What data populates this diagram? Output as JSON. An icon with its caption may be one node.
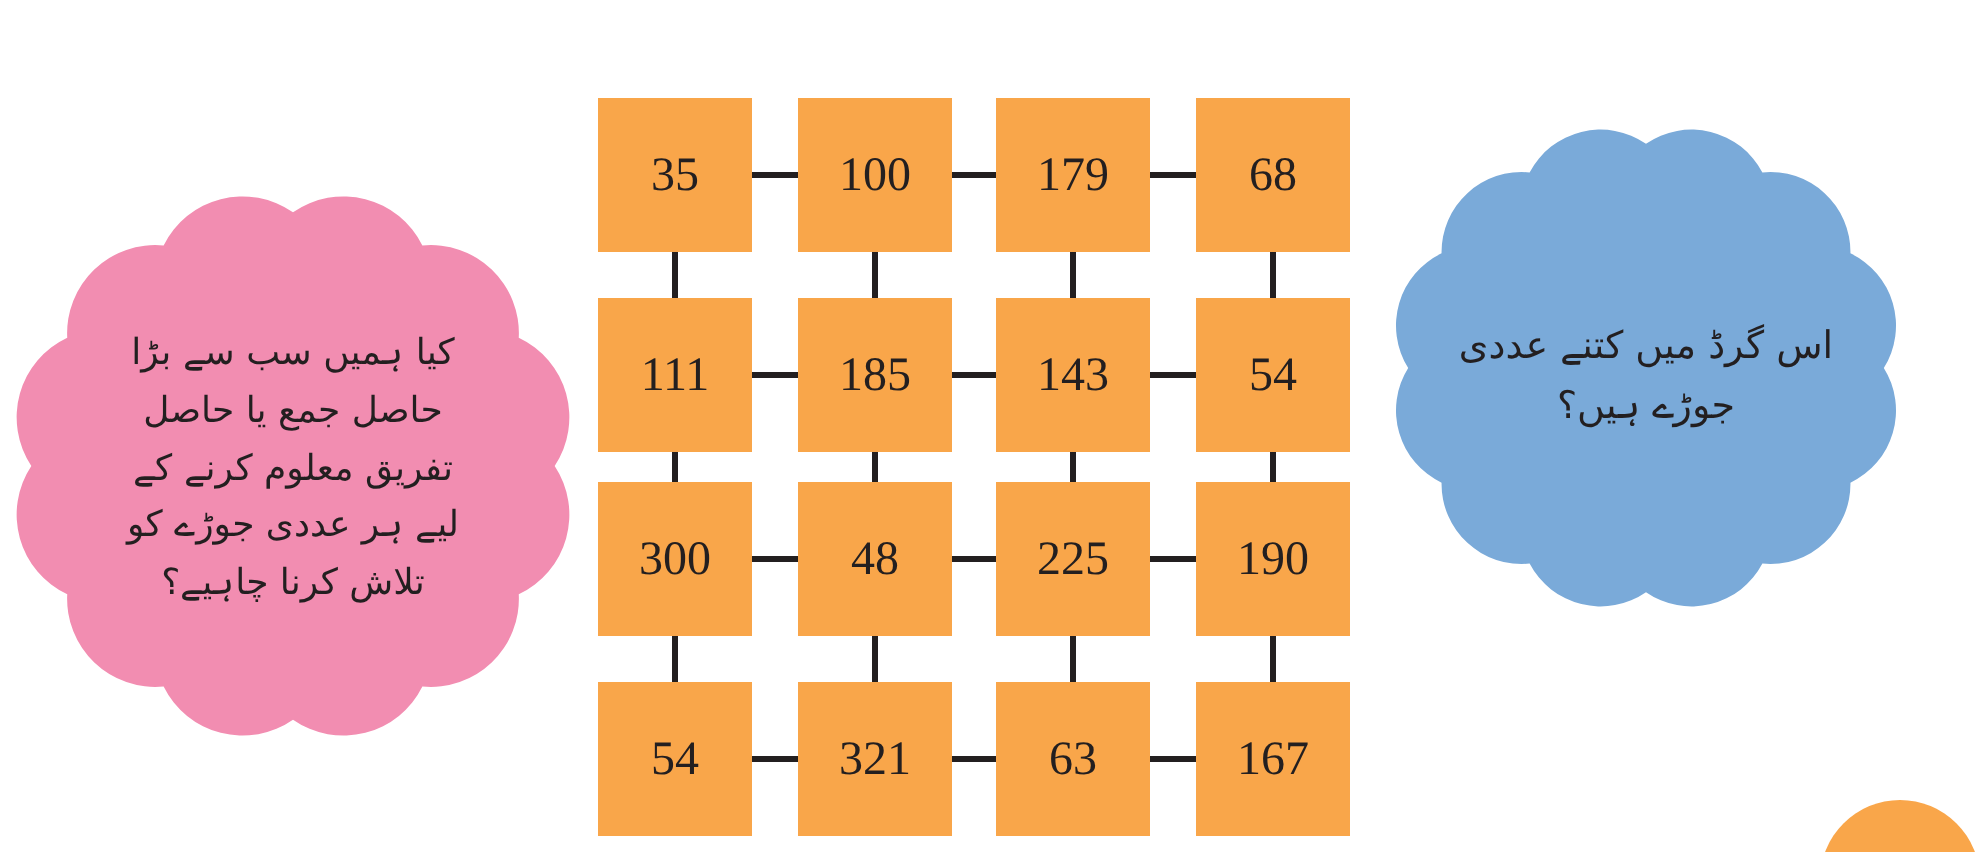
{
  "diagram": {
    "nodes": [
      {
        "text": [
          "کیا ہمیں سب سے بڑا حاصل جمع یا حاصل تفریق معلوم کرنے کے لیے ہر عددی جوڑے کو تلاش کرنا چاہیے؟"
        ]
      },
      {
        "text": [
          "35"
        ]
      },
      {
        "text": [
          "100"
        ]
      },
      {
        "text": [
          "179"
        ]
      },
      {
        "text": [
          "68"
        ]
      },
      {
        "text": [
          "111"
        ]
      },
      {
        "text": [
          "185"
        ]
      },
      {
        "text": [
          "143"
        ]
      },
      {
        "text": [
          "54"
        ]
      },
      {
        "text": [
          "300"
        ]
      },
      {
        "text": [
          "48"
        ]
      },
      {
        "text": [
          "225"
        ]
      },
      {
        "text": [
          "190"
        ]
      },
      {
        "text": [
          "54"
        ]
      },
      {
        "text": [
          "321"
        ]
      },
      {
        "text": [
          "63"
        ]
      },
      {
        "text": [
          "167"
        ]
      },
      {
        "text": [
          "اس گرڈ میں کتنے عددی جوڑے ہیں؟"
        ]
      }
    ],
    "edges": [
      {
        "from": 1,
        "to": 2,
        "arrow": "none"
      },
      {
        "from": 2,
        "to": 3,
        "arrow": "none"
      },
      {
        "from": 3,
        "to": 4,
        "arrow": "none"
      },
      {
        "from": 1,
        "to": 5,
        "arrow": "none"
      },
      {
        "from": 2,
        "to": 6,
        "arrow": "none"
      },
      {
        "from": 3,
        "to": 7,
        "arrow": "none"
      },
      {
        "from": 4,
        "to": 8,
        "arrow": "none"
      },
      {
        "from": 5,
        "to": 6,
        "arrow": "none"
      },
      {
        "from": 6,
        "to": 7,
        "arrow": "none"
      },
      {
        "from": 7,
        "to": 8,
        "arrow": "none"
      },
      {
        "from": 5,
        "to": 9,
        "arrow": "none"
      },
      {
        "from": 6,
        "to": 10,
        "arrow": "none"
      },
      {
        "from": 7,
        "to": 11,
        "arrow": "none"
      },
      {
        "from": 8,
        "to": 12,
        "arrow": "none"
      },
      {
        "from": 9,
        "to": 10,
        "arrow": "none"
      },
      {
        "from": 10,
        "to": 11,
        "arrow": "none"
      },
      {
        "from": 11,
        "to": 12,
        "arrow": "none"
      },
      {
        "from": 9,
        "to": 13,
        "arrow": "none"
      },
      {
        "from": 10,
        "to": 14,
        "arrow": "none"
      },
      {
        "from": 11,
        "to": 15,
        "arrow": "none"
      },
      {
        "from": 12,
        "to": 16,
        "arrow": "none"
      },
      {
        "from": 13,
        "to": 14,
        "arrow": "none"
      },
      {
        "from": 14,
        "to": 15,
        "arrow": "none"
      },
      {
        "from": 15,
        "to": 16,
        "arrow": "none"
      }
    ]
  }
}
